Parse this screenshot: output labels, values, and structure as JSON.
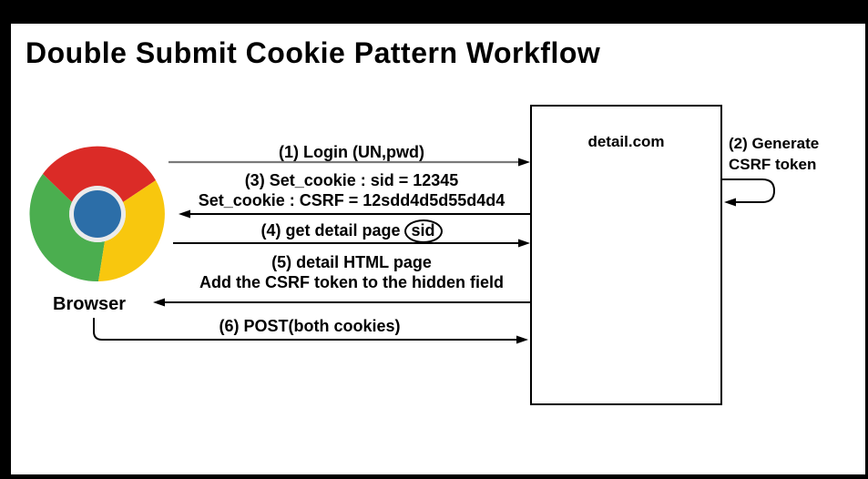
{
  "title": "Double Submit Cookie Pattern Workflow",
  "actors": {
    "browser": "Browser",
    "server": "detail.com"
  },
  "steps": {
    "s1": "(1) Login (UN,pwd)",
    "s2_line1": "(2) Generate",
    "s2_line2": "CSRF token",
    "s3_line1": "(3) Set_cookie : sid = 12345",
    "s3_line2": "Set_cookie : CSRF = 12sdd4d5d55d4d4",
    "s4_text": "(4) get detail page",
    "s4_oval": "sid",
    "s5_line1": "(5) detail HTML page",
    "s5_line2": "Add the CSRF token to the hidden field",
    "s6": "(6) POST(both cookies)"
  },
  "colors": {
    "chrome_red": "#DB2B27",
    "chrome_green": "#4BAE4F",
    "chrome_yellow": "#F8C70E",
    "chrome_blue": "#2C6EA8",
    "chrome_ring": "#EBEBEB",
    "step1_line": "#7a7a7a",
    "ink": "#000000"
  }
}
